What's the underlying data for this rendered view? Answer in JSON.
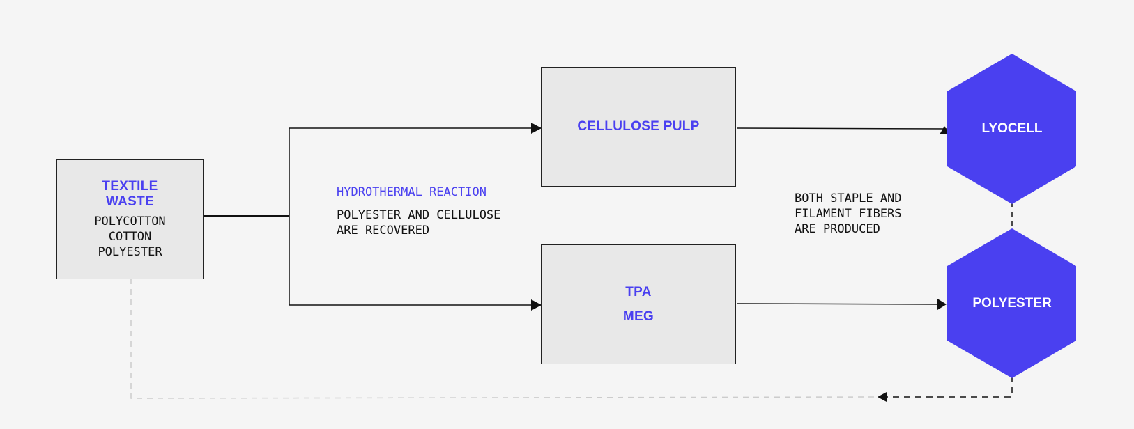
{
  "colors": {
    "accent": "#4a40f0",
    "box_fill": "#e8e8e8",
    "line": "#111111",
    "dashed_light": "#cccccc",
    "background": "#f5f5f5"
  },
  "source": {
    "title": "TEXTILE\nWASTE",
    "items": [
      "POLYCOTTON",
      "COTTON",
      "POLYESTER"
    ]
  },
  "process": {
    "name": "HYDROTHERMAL REACTION",
    "description": "POLYESTER AND CELLULOSE\nARE RECOVERED"
  },
  "intermediates": {
    "cellulose": "CELLULOSE PULP",
    "tpa": "TPA",
    "meg": "MEG"
  },
  "outputs": {
    "lyocell": "LYOCELL",
    "polyester": "POLYESTER"
  },
  "note": "BOTH STAPLE AND\nFILAMENT FIBERS\nARE PRODUCED"
}
